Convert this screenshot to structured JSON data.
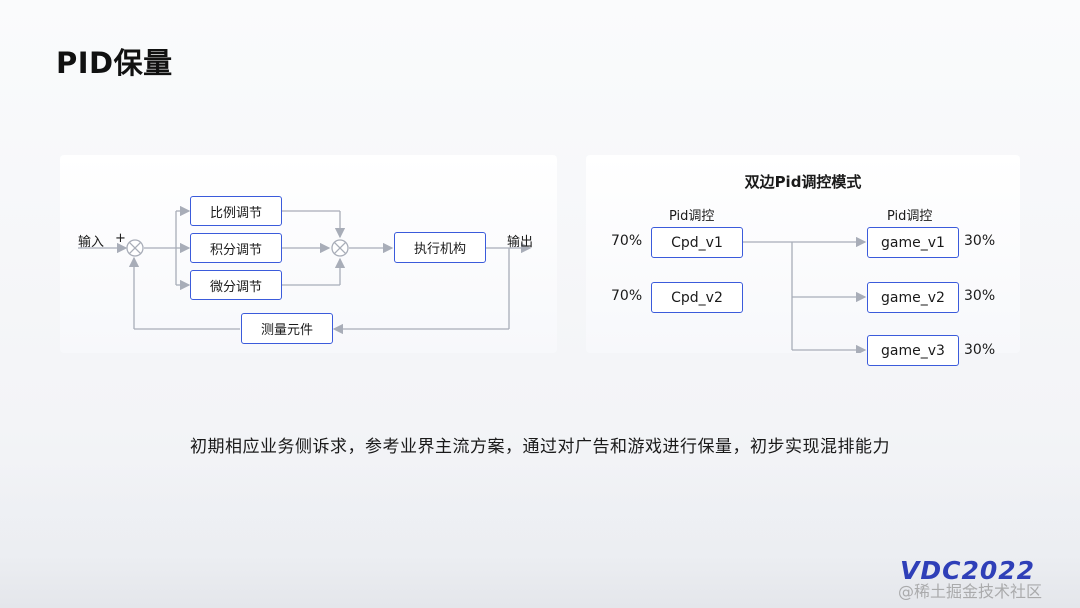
{
  "title": "PID保量",
  "pid_diagram": {
    "input_label": "输入",
    "plus_sign": "+",
    "output_label": "输出",
    "blocks": {
      "proportional": "比例调节",
      "integral": "积分调节",
      "derivative": "微分调节",
      "actuator": "执行机构",
      "sensor": "测量元件"
    }
  },
  "bilateral": {
    "title": "双边Pid调控模式",
    "left_header": "Pid调控",
    "right_header": "Pid调控",
    "sources": [
      {
        "name": "Cpd_v1",
        "pct": "70%"
      },
      {
        "name": "Cpd_v2",
        "pct": "70%"
      }
    ],
    "targets": [
      {
        "name": "game_v1",
        "pct": "30%"
      },
      {
        "name": "game_v2",
        "pct": "30%"
      },
      {
        "name": "game_v3",
        "pct": "30%"
      }
    ]
  },
  "caption": "初期相应业务侧诉求，参考业界主流方案，通过对广告和游戏进行保量，初步实现混排能力",
  "footer": {
    "logo": "VDC2022",
    "watermark": "@稀土掘金技术社区"
  },
  "colors": {
    "accent": "#3b5bdb",
    "line": "#a8adb8"
  }
}
